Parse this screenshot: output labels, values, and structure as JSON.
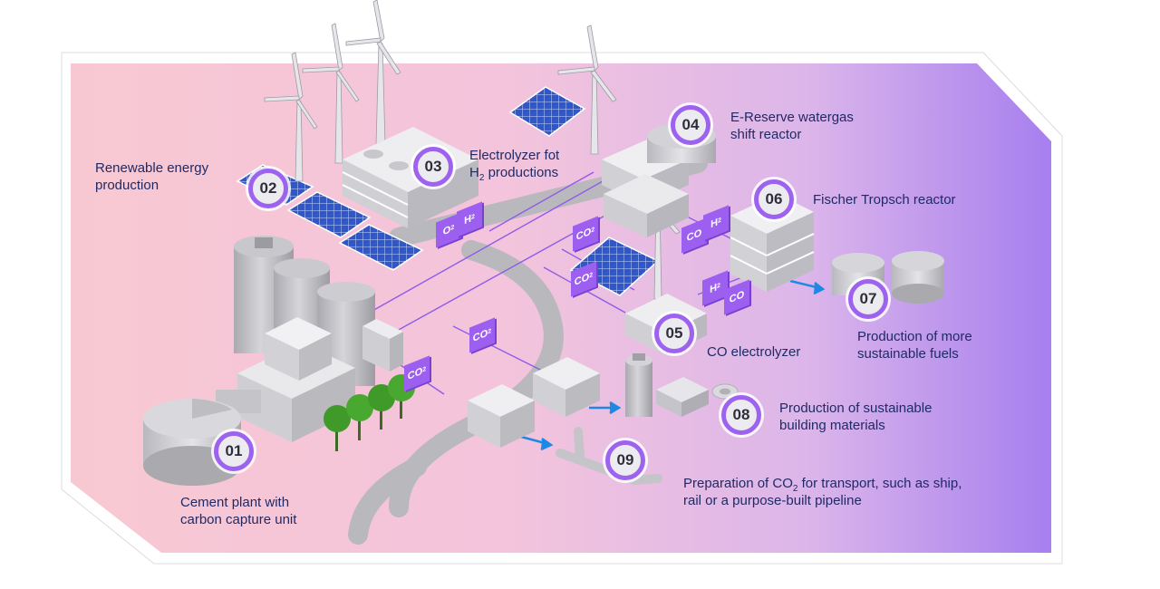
{
  "colors": {
    "accent_purple": "#9d62ee",
    "flow_blue": "#1e88e5",
    "label_navy": "#1f2a66",
    "background_left": "#f7c7d2",
    "background_right": "#ab83ef"
  },
  "steps": [
    {
      "number": "01",
      "line1": "Cement plant with",
      "line2": "carbon capture unit"
    },
    {
      "number": "02",
      "line1": "Renewable energy",
      "line2": "production"
    },
    {
      "number": "03",
      "line1": "Electrolyzer fot",
      "line2_pre": "H",
      "line2_sub": "2",
      "line2_post": " productions"
    },
    {
      "number": "04",
      "line1": "E-Reserve watergas",
      "line2": "shift reactor"
    },
    {
      "number": "05",
      "line1": "CO electrolyzer"
    },
    {
      "number": "06",
      "line1": "Fischer Tropsch reactor"
    },
    {
      "number": "07",
      "line1": "Production of more",
      "line2": "sustainable fuels"
    },
    {
      "number": "08",
      "line1": "Production of sustainable",
      "line2": "building materials"
    },
    {
      "number": "09",
      "line1_pre": "Preparation of CO",
      "line1_sub": "2",
      "line1_post": " for transport, such as ship,",
      "line2": "rail or a purpose-built pipeline"
    }
  ],
  "flow_tags": {
    "o2": {
      "main": "O",
      "sub": "2"
    },
    "h2": {
      "main": "H",
      "sub": "2"
    },
    "co": {
      "main": "CO",
      "sub": ""
    },
    "co2": {
      "main": "CO",
      "sub": "2"
    }
  },
  "icons": [
    "wind-turbine-icon",
    "solar-panel-icon",
    "silo-icon",
    "tree-icon",
    "pipe-icon",
    "brick-stack-icon",
    "storage-tank-icon"
  ]
}
